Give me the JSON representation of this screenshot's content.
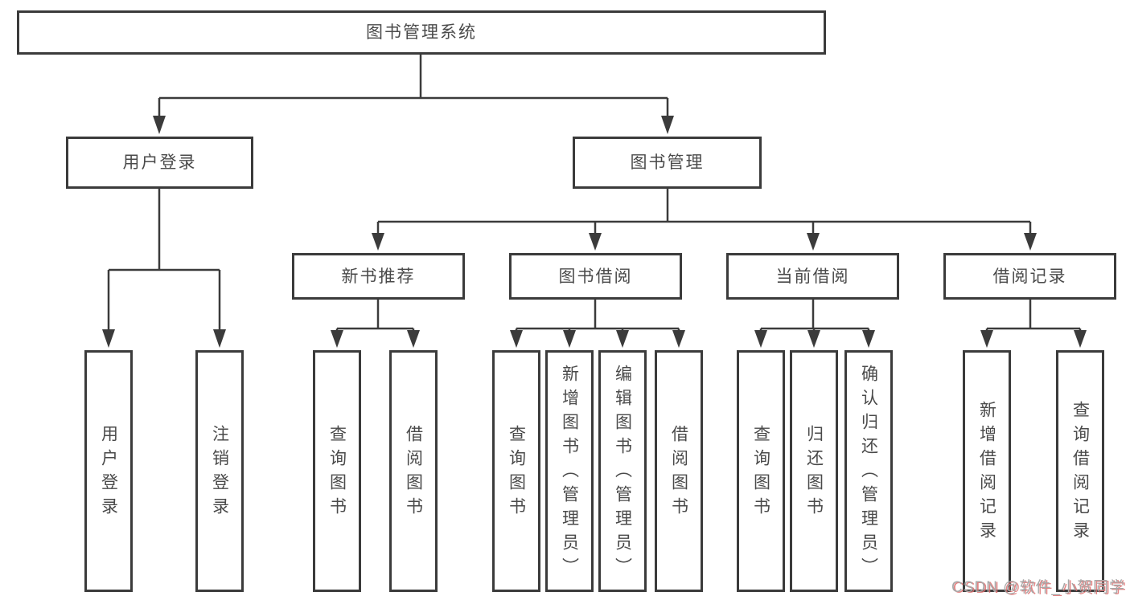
{
  "page": {
    "background": "#ffffff",
    "line_color": "#3b3b3b",
    "text_color": "#4a4a4a",
    "watermark_color": "#a8a8a8",
    "watermark_shadow_color": "#de6e6e"
  },
  "diagram": {
    "root": {
      "label": "图书管理系统"
    },
    "level2": [
      {
        "label": "用户登录",
        "parent": "图书管理系统"
      },
      {
        "label": "图书管理",
        "parent": "图书管理系统"
      }
    ],
    "level3": [
      {
        "label": "新书推荐",
        "parent": "图书管理"
      },
      {
        "label": "图书借阅",
        "parent": "图书管理"
      },
      {
        "label": "当前借阅",
        "parent": "图书管理"
      },
      {
        "label": "借阅记录",
        "parent": "图书管理"
      }
    ],
    "leaves": [
      {
        "label": "用户登录",
        "parent": "用户登录"
      },
      {
        "label": "注销登录",
        "parent": "用户登录"
      },
      {
        "label": "查询图书",
        "parent": "新书推荐"
      },
      {
        "label": "借阅图书",
        "parent": "新书推荐"
      },
      {
        "label": "查询图书",
        "parent": "图书借阅"
      },
      {
        "label": "新增图书（管理员）",
        "parent": "图书借阅"
      },
      {
        "label": "编辑图书（管理员）",
        "parent": "图书借阅"
      },
      {
        "label": "借阅图书",
        "parent": "图书借阅"
      },
      {
        "label": "查询图书",
        "parent": "当前借阅"
      },
      {
        "label": "归还图书",
        "parent": "当前借阅"
      },
      {
        "label": "确认归还（管理员）",
        "parent": "当前借阅"
      },
      {
        "label": "新增借阅记录",
        "parent": "借阅记录"
      },
      {
        "label": "查询借阅记录",
        "parent": "借阅记录"
      }
    ]
  },
  "watermark": {
    "text": "CSDN @软件_小贺同学"
  }
}
